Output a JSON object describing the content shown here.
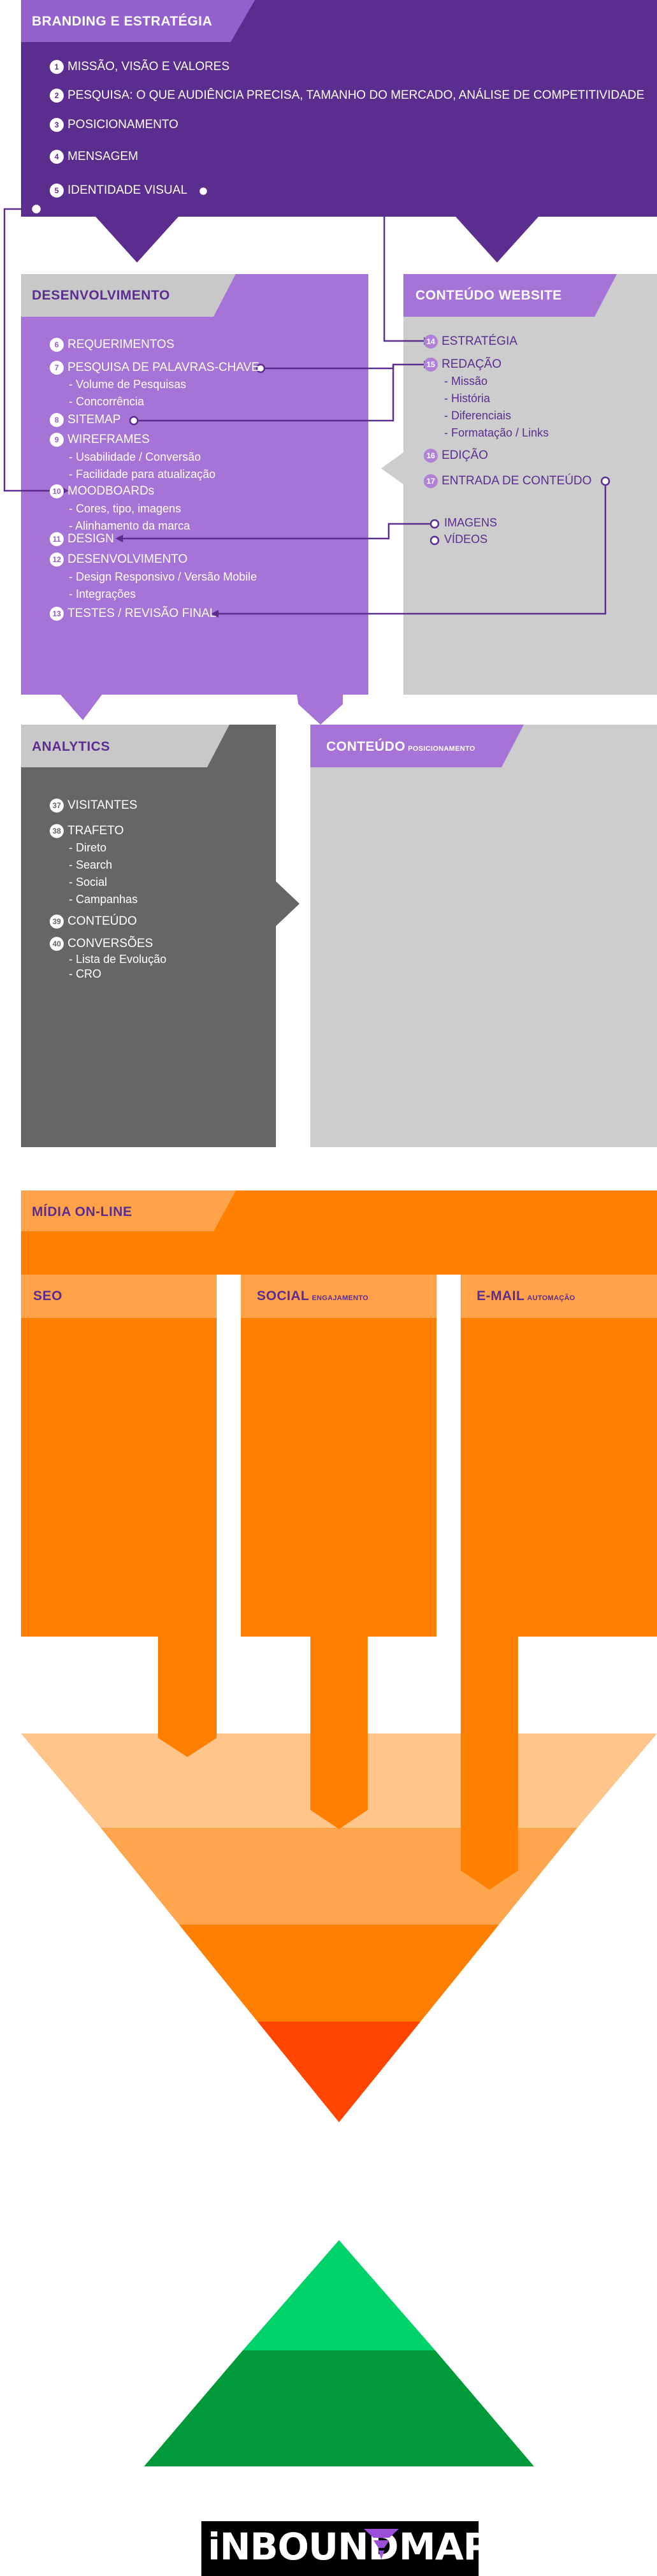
{
  "colors": {
    "branding_bg": "#5b2d8e",
    "branding_tab": "#9461cc",
    "dev_bg": "#a673d6",
    "gray_header": "#c8c8c8",
    "gray_panel": "#cdcdcd",
    "analytics_bg": "#666666",
    "orange": "#ff8000",
    "orange_light": "#ffa24a",
    "green": "#00d26a",
    "green_dark": "#009a3a",
    "logo_accent": "#9b4fd6"
  },
  "branding": {
    "title": "BRANDING E ESTRATÉGIA",
    "items": [
      {
        "num": "1",
        "label": "MISSÃO, VISÃO E VALORES"
      },
      {
        "num": "2",
        "label": "PESQUISA: O QUE AUDIÊNCIA PRECISA, TAMANHO DO MERCADO, ANÁLISE DE COMPETITIVIDADE"
      },
      {
        "num": "3",
        "label": "POSICIONAMENTO"
      },
      {
        "num": "4",
        "label": "MENSAGEM"
      },
      {
        "num": "5",
        "label": "IDENTIDADE VISUAL"
      }
    ]
  },
  "desenvolvimento": {
    "title": "DESENVOLVIMENTO",
    "items": [
      {
        "num": "6",
        "label": "REQUERIMENTOS",
        "subs": []
      },
      {
        "num": "7",
        "label": "PESQUISA DE PALAVRAS-CHAVE",
        "subs": [
          "- Volume de Pesquisas",
          "- Concorrência"
        ]
      },
      {
        "num": "8",
        "label": "SITEMAP",
        "subs": []
      },
      {
        "num": "9",
        "label": "WIREFRAMES",
        "subs": [
          "- Usabilidade / Conversão",
          "- Facilidade para atualização"
        ]
      },
      {
        "num": "10",
        "label": "MOODBOARDs",
        "subs": [
          "- Cores, tipo, imagens",
          "- Alinhamento da marca"
        ]
      },
      {
        "num": "11",
        "label": "DESIGN",
        "subs": []
      },
      {
        "num": "12",
        "label": "DESENVOLVIMENTO",
        "subs": [
          "- Design Responsivo / Versão Mobile",
          "- Integrações"
        ]
      },
      {
        "num": "13",
        "label": "TESTES / REVISÃO FINAL",
        "subs": []
      }
    ]
  },
  "conteudo_website": {
    "title": "CONTEÚDO WEBSITE",
    "items": [
      {
        "num": "14",
        "label": "ESTRATÉGIA",
        "subs": []
      },
      {
        "num": "15",
        "label": "REDAÇÃO",
        "subs": [
          "- Missão",
          "- História",
          "- Diferenciais",
          "- Formatação / Links"
        ]
      },
      {
        "num": "16",
        "label": "EDIÇÃO",
        "subs": []
      },
      {
        "num": "17",
        "label": "ENTRADA DE CONTEÚDO",
        "subs": []
      }
    ],
    "extras": [
      "IMAGENS",
      "VÍDEOS"
    ]
  },
  "analytics": {
    "title": "ANALYTICS",
    "items": [
      {
        "num": "37",
        "label": "VISITANTES",
        "subs": []
      },
      {
        "num": "38",
        "label": "TRAFETO",
        "subs": [
          "- Direto",
          "- Search",
          "- Social",
          "- Campanhas"
        ]
      },
      {
        "num": "39",
        "label": "CONTEÚDO",
        "subs": []
      },
      {
        "num": "40",
        "label": "CONVERSÕES",
        "subs": [
          "- Lista de Evolução",
          "- CRO"
        ]
      }
    ]
  },
  "conteudo_posicionamento": {
    "title": "CONTEÚDO",
    "subtitle": "POSICIONAMENTO"
  },
  "midia": {
    "title": "MÍDIA ON-LINE",
    "columns": [
      {
        "title": "SEO",
        "subtitle": ""
      },
      {
        "title": "SOCIAL",
        "subtitle": "ENGAJAMENTO"
      },
      {
        "title": "E-MAIL",
        "subtitle": "AUTOMAÇÃO"
      }
    ]
  },
  "logo": {
    "left": "iNBOUND",
    "right": "MAP"
  }
}
